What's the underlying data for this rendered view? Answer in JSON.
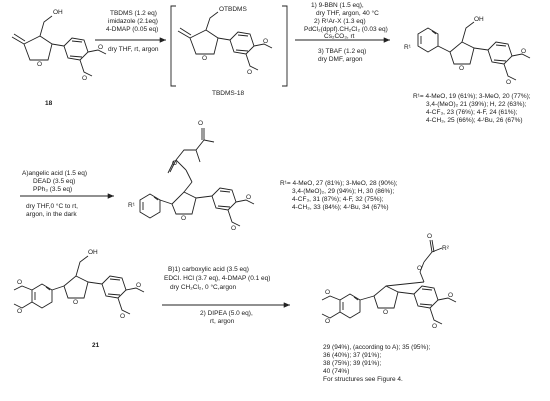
{
  "row1": {
    "sm_label": "18",
    "step1": {
      "reagents": [
        "TBDMS (1.2 eq)",
        "imidazole (2.1eq)",
        "4-DMAP (0.05 eq)"
      ],
      "conditions": "dry THF, rt, argon"
    },
    "int_label": "TBDMS-18",
    "int_group": "OTBDMS",
    "sm_group": "OH",
    "step2": {
      "reagents": [
        "1) 9-BBN (1.5 eq),",
        "dry THF, argon, 40 °C",
        "2) R¹Ar-X (1.3 eq)",
        "PdCl₂(dppf).CH₂Cl₂ (0.03 eq)",
        "Cs₂CO₃, rt"
      ],
      "conditions": [
        "3) TBAF (1.2 eq)",
        "dry DMF, argon"
      ]
    },
    "prod_group": "OH",
    "r_label": "R¹",
    "yields": [
      "R¹= 4-MeO, 19 (61%); 3-MeO, 20 (77%);",
      "3,4-(MeO)₂ 21 (39%); H, 22 (63%);",
      "4-CF₃, 23 (76%); 4-F, 24 (61%);",
      "4-CH₃, 25 (66%); 4-ᵗBu, 26 (67%)"
    ]
  },
  "row2": {
    "reagents": [
      "A)angelic acid (1.5 eq)",
      "DEAD (3.5 eq)",
      "PPh₃ (3.5 eq)"
    ],
    "conditions": [
      "dry THF,0 °C to rt,",
      "argon, in the dark"
    ],
    "r_label": "R¹",
    "yields": [
      "R¹= 4-MeO, 27 (81%); 3-MeO, 28 (90%);",
      "3,4-(MeO)₂, 29 (94%); H, 30 (86%);",
      "4-CF₃, 31 (87%); 4-F, 32 (75%);",
      "4-CH₃, 33 (84%); 4-ᵗBu, 34 (67%)"
    ]
  },
  "row3": {
    "sm_label": "21",
    "sm_group": "OH",
    "reagents": [
      "B)1) carboxylic acid (3.5 eq)",
      "EDCI. HCl (3.7 eq), 4-DMAP (0.1 eq)",
      "dry CH₂Cl₂, 0 °C,argon"
    ],
    "conditions": [
      "2) DIPEA (5.0 eq),",
      "rt, argon"
    ],
    "r_label": "R²",
    "yields": [
      "29 (94%), (according to A); 35 (95%);",
      "36 (40%); 37 (91%);",
      "38 (75%); 39 (91%);",
      "40 (74%)",
      "For structures see Figure 4."
    ]
  }
}
